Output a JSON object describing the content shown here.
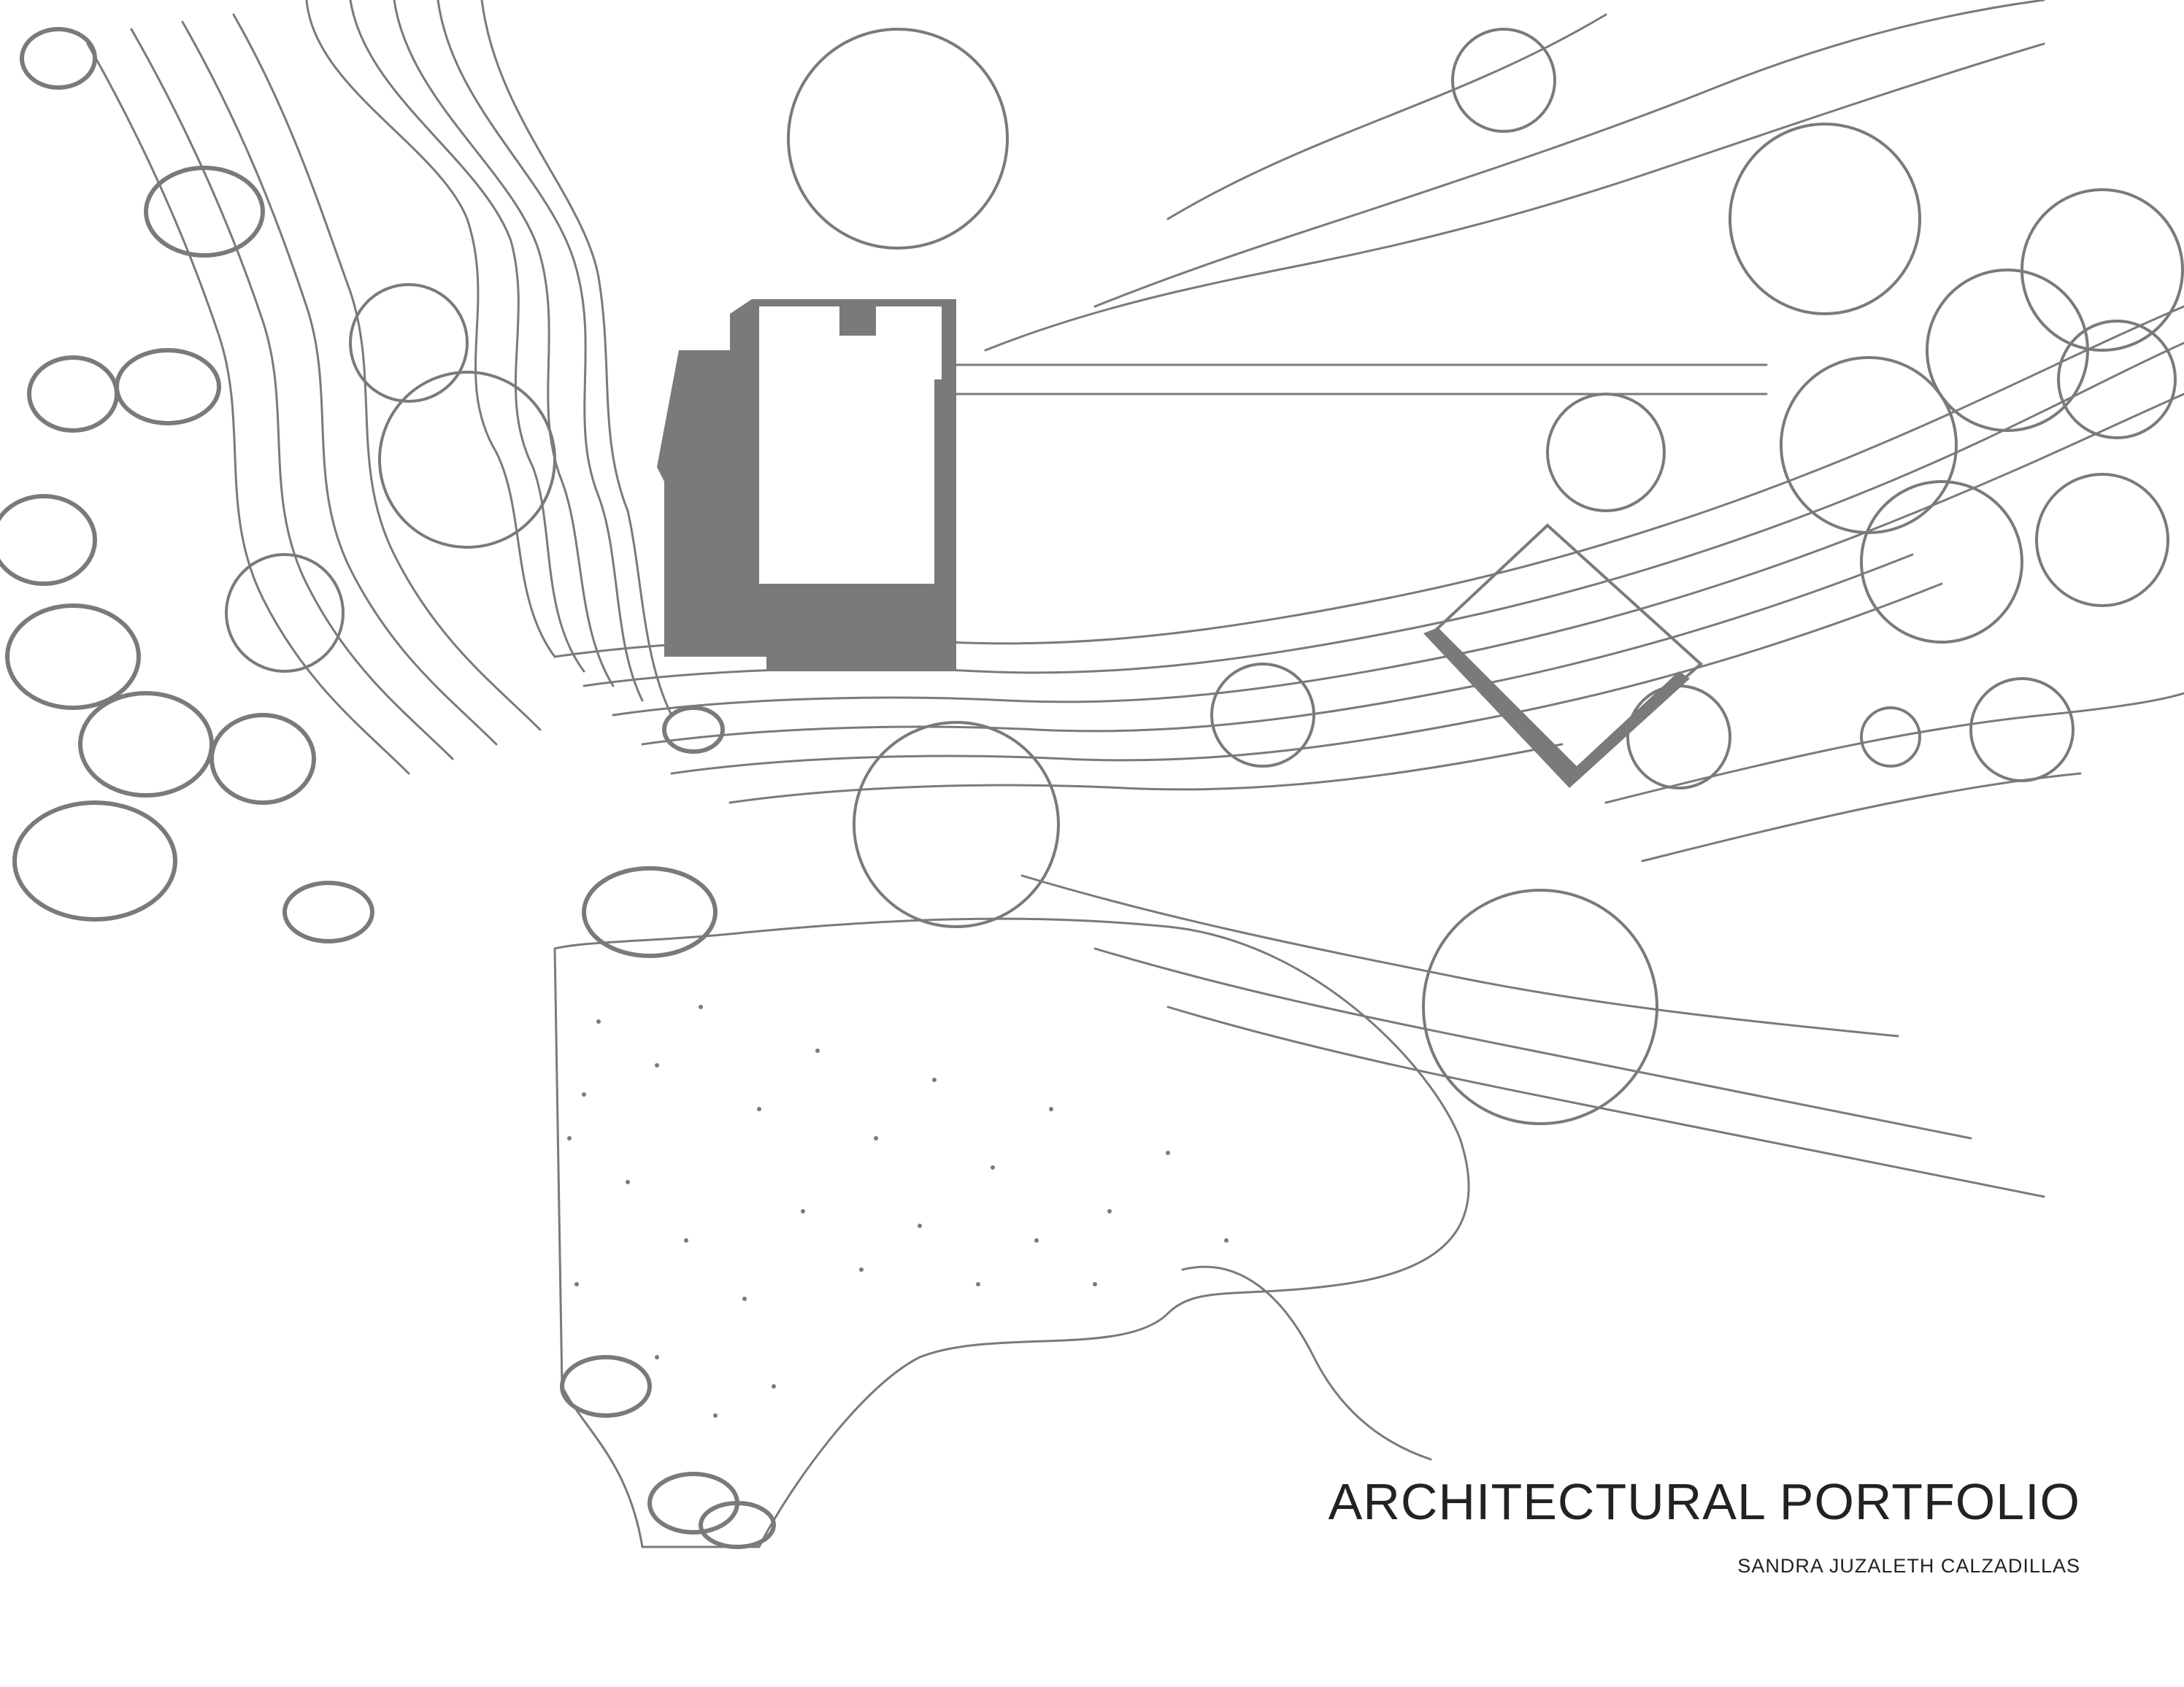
{
  "document": {
    "title": "ARCHITECTURAL PORTFOLIO",
    "author": "SANDRA JUZALETH CALZADILLAS"
  },
  "drawing": {
    "kind": "site-plan",
    "line_color": "#777777",
    "fill_color": "#7a7a7a",
    "text_color": "#222222"
  }
}
